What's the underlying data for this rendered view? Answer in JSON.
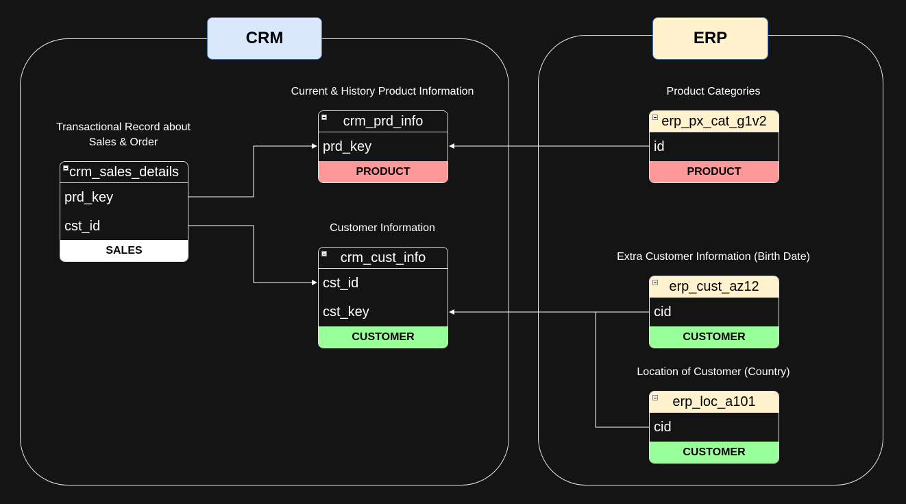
{
  "regions": {
    "crm": {
      "title": "CRM",
      "fill": "#dae8fc"
    },
    "erp": {
      "title": "ERP",
      "fill": "#fff2cc"
    }
  },
  "captions": {
    "sales": [
      "Transactional Record about",
      "Sales & Order"
    ],
    "product": "Current & History Product Information",
    "customer": "Customer Information",
    "categories": "Product Categories",
    "extra_customer": "Extra Customer Information (Birth Date)",
    "location": "Location of Customer (Country)"
  },
  "tables": {
    "crm_sales_details": {
      "name": "crm_sales_details",
      "fields": [
        "prd_key",
        "cst_id"
      ],
      "tag": "SALES",
      "tag_color": "#ffffff"
    },
    "crm_prd_info": {
      "name": "crm_prd_info",
      "fields": [
        "prd_key"
      ],
      "tag": "PRODUCT",
      "tag_color": "#ff9999"
    },
    "crm_cust_info": {
      "name": "crm_cust_info",
      "fields": [
        "cst_id",
        "cst_key"
      ],
      "tag": "CUSTOMER",
      "tag_color": "#99ff99"
    },
    "erp_px_cat_g1v2": {
      "name": "erp_px_cat_g1v2",
      "fields": [
        "id"
      ],
      "tag": "PRODUCT",
      "tag_color": "#ff9999"
    },
    "erp_cust_az12": {
      "name": "erp_cust_az12",
      "fields": [
        "cid"
      ],
      "tag": "CUSTOMER",
      "tag_color": "#99ff99"
    },
    "erp_loc_a101": {
      "name": "erp_loc_a101",
      "fields": [
        "cid"
      ],
      "tag": "CUSTOMER",
      "tag_color": "#99ff99"
    }
  }
}
